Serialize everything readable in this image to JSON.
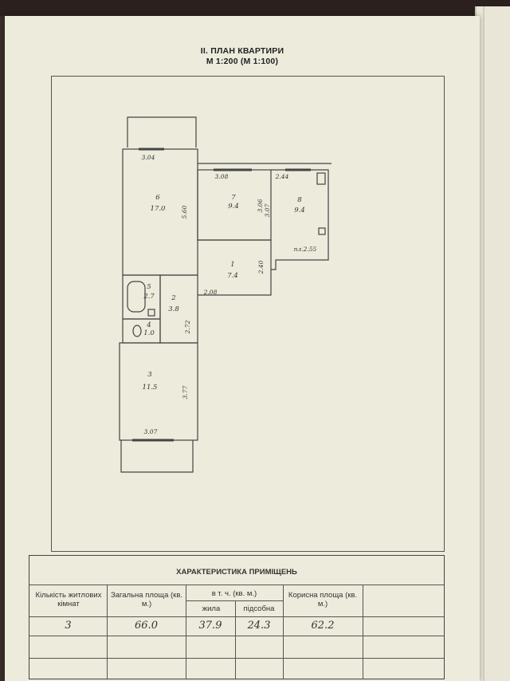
{
  "document": {
    "title": "II. ПЛАН КВАРТИРИ",
    "scale": "М 1:200 (М 1:100)"
  },
  "plan": {
    "rooms": [
      {
        "number": "6",
        "area": "17.0"
      },
      {
        "number": "7",
        "area": "9.4"
      },
      {
        "number": "8",
        "area": "9.4"
      },
      {
        "number": "1",
        "area": "7.4"
      },
      {
        "number": "5",
        "area": "2.7"
      },
      {
        "number": "2",
        "area": "3.8"
      },
      {
        "number": "4",
        "area": "1.0"
      },
      {
        "number": "3",
        "area": "11.5"
      }
    ],
    "dimensions": [
      "3.04",
      "5.60",
      "3.08",
      "3.06",
      "2.44",
      "3.07",
      "2.40",
      "2.08",
      "2.72",
      "3.77",
      "3.07"
    ],
    "stove_label": "пл.2.55"
  },
  "characteristics": {
    "title": "ХАРАКТЕРИСТИКА ПРИМІЩЕНЬ",
    "headers": {
      "rooms_count": "Кількість житлових кімнат",
      "total_area": "Загальна площа (кв. м.)",
      "including": "в т. ч. (кв. м.)",
      "living": "жила",
      "auxiliary": "підсобна",
      "useful_area": "Корисна площа (кв. м.)"
    },
    "values": {
      "rooms_count": "3",
      "total_area": "66.0",
      "living": "37.9",
      "auxiliary": "24.3",
      "useful_area": "62.2"
    }
  }
}
